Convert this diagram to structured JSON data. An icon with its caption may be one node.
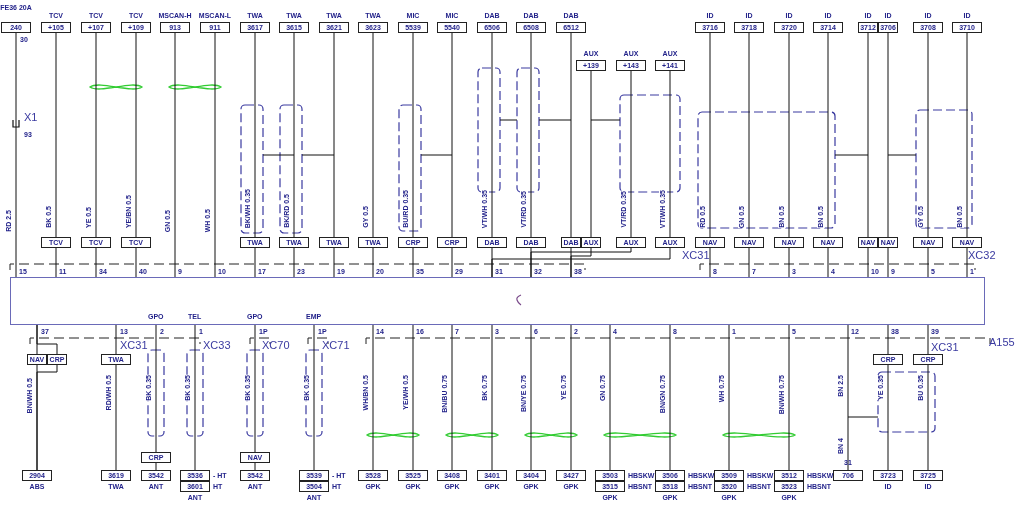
{
  "diagram": {
    "nodes": [
      {
        "text": [
          "FE36 20A",
          "240"
        ],
        "beside": [
          "30"
        ]
      },
      {
        "text": [
          "TCV",
          "+105"
        ]
      },
      {
        "text": [
          "TCV",
          "+107"
        ]
      },
      {
        "text": [
          "TCV",
          "+109"
        ]
      },
      {
        "text": [
          "MSCAN-H",
          "913"
        ]
      },
      {
        "text": [
          "MSCAN-L",
          "911"
        ]
      },
      {
        "text": [
          "TWA",
          "3617"
        ]
      },
      {
        "text": [
          "TWA",
          "3615"
        ]
      },
      {
        "text": [
          "TWA",
          "3621"
        ]
      },
      {
        "text": [
          "TWA",
          "3623"
        ]
      },
      {
        "text": [
          "MIC",
          "5539"
        ]
      },
      {
        "text": [
          "MIC",
          "5540"
        ]
      },
      {
        "text": [
          "DAB",
          "6506"
        ]
      },
      {
        "text": [
          "DAB",
          "6508"
        ]
      },
      {
        "text": [
          "DAB",
          "6512"
        ]
      },
      {
        "text": [
          "AUX",
          "+139"
        ]
      },
      {
        "text": [
          "AUX",
          "+143"
        ]
      },
      {
        "text": [
          "AUX",
          "+141"
        ]
      },
      {
        "text": [
          "ID",
          "3716"
        ]
      },
      {
        "text": [
          "ID",
          "3718"
        ]
      },
      {
        "text": [
          "ID",
          "3720"
        ]
      },
      {
        "text": [
          "ID",
          "3714"
        ]
      },
      {
        "text": [
          "ID",
          "3712"
        ]
      },
      {
        "text": [
          "ID",
          "3706"
        ]
      },
      {
        "text": [
          "ID",
          "3708"
        ]
      },
      {
        "text": [
          "ID",
          "3710"
        ]
      },
      {
        "text": [
          "TCV"
        ]
      },
      {
        "text": [
          "TCV"
        ]
      },
      {
        "text": [
          "TCV"
        ]
      },
      {
        "text": [
          "TWA"
        ]
      },
      {
        "text": [
          "TWA"
        ]
      },
      {
        "text": [
          "TWA"
        ]
      },
      {
        "text": [
          "TWA"
        ]
      },
      {
        "text": [
          "CRP"
        ]
      },
      {
        "text": [
          "CRP"
        ]
      },
      {
        "text": [
          "DAB"
        ]
      },
      {
        "text": [
          "DAB"
        ]
      },
      {
        "text": [
          "DAB"
        ]
      },
      {
        "text": [
          "AUX"
        ]
      },
      {
        "text": [
          "AUX"
        ]
      },
      {
        "text": [
          "AUX"
        ]
      },
      {
        "text": [
          "NAV"
        ]
      },
      {
        "text": [
          "NAV"
        ]
      },
      {
        "text": [
          "NAV"
        ]
      },
      {
        "text": [
          "NAV"
        ]
      },
      {
        "text": [
          "NAV"
        ]
      },
      {
        "text": [
          "NAV"
        ]
      },
      {
        "text": [
          "NAV"
        ]
      },
      {
        "text": [
          "NAV"
        ]
      },
      {
        "text": [
          "A155"
        ]
      },
      {
        "text": [
          "NAV"
        ]
      },
      {
        "text": [
          "CRP"
        ]
      },
      {
        "text": [
          "TWA"
        ]
      },
      {
        "text": [
          "CRP"
        ]
      },
      {
        "text": [
          "CRP"
        ]
      },
      {
        "text": [
          "CRP"
        ]
      },
      {
        "text": [
          "NAV"
        ]
      },
      {
        "text": [
          "2904",
          "ABS"
        ]
      },
      {
        "text": [
          "3619",
          "TWA"
        ]
      },
      {
        "text": [
          "3542",
          "ANT"
        ]
      },
      {
        "text": [
          "3536"
        ],
        "beside": [
          "- HT"
        ]
      },
      {
        "text": [
          "3601",
          "ANT"
        ],
        "beside": [
          "HT"
        ]
      },
      {
        "text": [
          "3542",
          "ANT"
        ]
      },
      {
        "text": [
          "3539"
        ],
        "beside": [
          "- HT"
        ]
      },
      {
        "text": [
          "3504",
          "ANT"
        ],
        "beside": [
          "HT"
        ]
      },
      {
        "text": [
          "3528",
          "GPK"
        ]
      },
      {
        "text": [
          "3525",
          "GPK"
        ]
      },
      {
        "text": [
          "3408",
          "GPK"
        ]
      },
      {
        "text": [
          "3401",
          "GPK"
        ]
      },
      {
        "text": [
          "3404",
          "GPK"
        ]
      },
      {
        "text": [
          "3427",
          "GPK"
        ]
      },
      {
        "text": [
          "3503"
        ],
        "beside": [
          "HBSKW"
        ]
      },
      {
        "text": [
          "3515",
          "GPK"
        ],
        "beside": [
          "HBSNT"
        ]
      },
      {
        "text": [
          "3506"
        ],
        "beside": [
          "HBSKW"
        ]
      },
      {
        "text": [
          "3518",
          "GPK"
        ],
        "beside": [
          "HBSNT"
        ]
      },
      {
        "text": [
          "3509"
        ],
        "beside": [
          "HBSKW"
        ]
      },
      {
        "text": [
          "3520",
          "GPK"
        ],
        "beside": [
          "HBSNT"
        ]
      },
      {
        "text": [
          "3512"
        ],
        "beside": [
          "HBSKW"
        ]
      },
      {
        "text": [
          "3523",
          "GPK"
        ],
        "beside": [
          "HBSNT"
        ]
      },
      {
        "text": [
          "706"
        ],
        "beside": [
          "31"
        ]
      },
      {
        "text": [
          "3723",
          "ID"
        ]
      },
      {
        "text": [
          "3725",
          "ID"
        ]
      }
    ],
    "edges": [
      {
        "from": 0,
        "to": 49,
        "arrow": "none",
        "label": "RD 2.5"
      },
      {
        "from": 1,
        "to": 26,
        "arrow": "none",
        "label": "BK 0.5"
      },
      {
        "from": 26,
        "to": 49,
        "arrow": "none"
      },
      {
        "from": 2,
        "to": 27,
        "arrow": "none",
        "label": "YE 0.5"
      },
      {
        "from": 27,
        "to": 49,
        "arrow": "none"
      },
      {
        "from": 3,
        "to": 28,
        "arrow": "none",
        "label": "YE/BN 0.5"
      },
      {
        "from": 28,
        "to": 49,
        "arrow": "none"
      },
      {
        "from": 4,
        "to": 49,
        "arrow": "none",
        "label": "GN 0.5"
      },
      {
        "from": 5,
        "to": 49,
        "arrow": "none",
        "label": "WH 0.5"
      },
      {
        "from": 6,
        "to": 29,
        "arrow": "none",
        "label": "BK/WH 0.35"
      },
      {
        "from": 29,
        "to": 49,
        "arrow": "none"
      },
      {
        "from": 7,
        "to": 30,
        "arrow": "none",
        "label": "BK/RD 0.5"
      },
      {
        "from": 30,
        "to": 49,
        "arrow": "none"
      },
      {
        "from": 8,
        "to": 31,
        "arrow": "none"
      },
      {
        "from": 31,
        "to": 49,
        "arrow": "none"
      },
      {
        "from": 9,
        "to": 32,
        "arrow": "none",
        "label": "GY 0.5"
      },
      {
        "from": 32,
        "to": 49,
        "arrow": "none"
      },
      {
        "from": 10,
        "to": 33,
        "arrow": "none",
        "label": "BU/RD 0.35"
      },
      {
        "from": 33,
        "to": 49,
        "arrow": "none"
      },
      {
        "from": 11,
        "to": 34,
        "arrow": "none"
      },
      {
        "from": 34,
        "to": 49,
        "arrow": "none"
      },
      {
        "from": 12,
        "to": 35,
        "arrow": "none",
        "label": "VT/WH 0.35"
      },
      {
        "from": 35,
        "to": 49,
        "arrow": "none"
      },
      {
        "from": 13,
        "to": 36,
        "arrow": "none",
        "label": "VT/RD 0.35"
      },
      {
        "from": 36,
        "to": 49,
        "arrow": "none"
      },
      {
        "from": 14,
        "to": 37,
        "arrow": "none"
      },
      {
        "from": 37,
        "to": 49,
        "arrow": "none"
      },
      {
        "from": 15,
        "to": 38,
        "arrow": "none"
      },
      {
        "from": 38,
        "to": 49,
        "arrow": "none"
      },
      {
        "from": 16,
        "to": 39,
        "arrow": "none",
        "label": "VT/RD 0.35"
      },
      {
        "from": 39,
        "to": 49,
        "arrow": "none"
      },
      {
        "from": 17,
        "to": 40,
        "arrow": "none",
        "label": "VT/WH 0.35"
      },
      {
        "from": 40,
        "to": 49,
        "arrow": "none"
      },
      {
        "from": 18,
        "to": 41,
        "arrow": "none",
        "label": "RD 0.5"
      },
      {
        "from": 41,
        "to": 49,
        "arrow": "none"
      },
      {
        "from": 19,
        "to": 42,
        "arrow": "none",
        "label": "GN 0.5"
      },
      {
        "from": 42,
        "to": 49,
        "arrow": "none"
      },
      {
        "from": 20,
        "to": 43,
        "arrow": "none",
        "label": "BN 0.5"
      },
      {
        "from": 43,
        "to": 49,
        "arrow": "none"
      },
      {
        "from": 21,
        "to": 44,
        "arrow": "none",
        "label": "BN 0.5"
      },
      {
        "from": 44,
        "to": 49,
        "arrow": "none"
      },
      {
        "from": 22,
        "to": 45,
        "arrow": "none"
      },
      {
        "from": 45,
        "to": 49,
        "arrow": "none"
      },
      {
        "from": 23,
        "to": 46,
        "arrow": "none"
      },
      {
        "from": 46,
        "to": 49,
        "arrow": "none"
      },
      {
        "from": 24,
        "to": 47,
        "arrow": "none",
        "label": "GY 0.5"
      },
      {
        "from": 47,
        "to": 49,
        "arrow": "none"
      },
      {
        "from": 25,
        "to": 48,
        "arrow": "none",
        "label": "BN 0.5"
      },
      {
        "from": 48,
        "to": 49,
        "arrow": "none"
      },
      {
        "from": 49,
        "to": 50,
        "arrow": "none"
      },
      {
        "from": 49,
        "to": 51,
        "arrow": "none"
      },
      {
        "from": 50,
        "to": 57,
        "arrow": "none",
        "label": "BN/WH 0.5"
      },
      {
        "from": 51,
        "to": 57,
        "arrow": "none"
      },
      {
        "from": 49,
        "to": 52,
        "arrow": "none"
      },
      {
        "from": 52,
        "to": 58,
        "arrow": "none",
        "label": "RD/WH 0.5"
      },
      {
        "from": 49,
        "to": 55,
        "arrow": "none",
        "label": "BK 0.35"
      },
      {
        "from": 55,
        "to": 59,
        "arrow": "none"
      },
      {
        "from": 49,
        "to": 60,
        "arrow": "none",
        "label": "BK 0.35"
      },
      {
        "from": 49,
        "to": 56,
        "arrow": "none",
        "label": "BK 0.35"
      },
      {
        "from": 56,
        "to": 62,
        "arrow": "none"
      },
      {
        "from": 49,
        "to": 63,
        "arrow": "none",
        "label": "BK 0.35"
      },
      {
        "from": 49,
        "to": 65,
        "arrow": "none",
        "label": "WH/BN 0.5"
      },
      {
        "from": 49,
        "to": 66,
        "arrow": "none",
        "label": "YE/WH 0.5"
      },
      {
        "from": 49,
        "to": 67,
        "arrow": "none",
        "label": "BN/BU 0.75"
      },
      {
        "from": 49,
        "to": 68,
        "arrow": "none",
        "label": "BK 0.75"
      },
      {
        "from": 49,
        "to": 69,
        "arrow": "none",
        "label": "BN/YE 0.75"
      },
      {
        "from": 49,
        "to": 70,
        "arrow": "none",
        "label": "YE 0.75"
      },
      {
        "from": 49,
        "to": 71,
        "arrow": "none",
        "label": "GN 0.75"
      },
      {
        "from": 49,
        "to": 73,
        "arrow": "none",
        "label": "BN/GN 0.75"
      },
      {
        "from": 49,
        "to": 75,
        "arrow": "none",
        "label": "WH 0.75"
      },
      {
        "from": 49,
        "to": 77,
        "arrow": "none",
        "label": "BN/WH 0.75"
      },
      {
        "from": 49,
        "to": 79,
        "arrow": "none",
        "label": "BN 2.5"
      },
      {
        "from": 49,
        "to": 53,
        "arrow": "none"
      },
      {
        "from": 53,
        "to": 80,
        "arrow": "none",
        "label": "YE 0.35"
      },
      {
        "from": 49,
        "to": 54,
        "arrow": "none"
      },
      {
        "from": 54,
        "to": 81,
        "arrow": "none",
        "label": "BU 0.35"
      }
    ],
    "labels": [
      "X1",
      "93",
      "15",
      "11",
      "34",
      "40",
      "9",
      "10",
      "17",
      "23",
      "19",
      "20",
      "35",
      "29",
      "31",
      "32",
      "38",
      "XC31",
      "8",
      "7",
      "3",
      "4",
      "10",
      "9",
      "5",
      "1",
      "XC32",
      "GPO",
      "TEL",
      "GPO",
      "EMP",
      "37",
      "13",
      "XC31",
      "2",
      "1",
      "XC33",
      "1P",
      "XC70",
      "1P",
      "XC71",
      "14",
      "16",
      "7",
      "3",
      "6",
      "2",
      "4",
      "8",
      "1",
      "5",
      "12",
      "38",
      "39",
      "XC31",
      "BN 4"
    ]
  }
}
